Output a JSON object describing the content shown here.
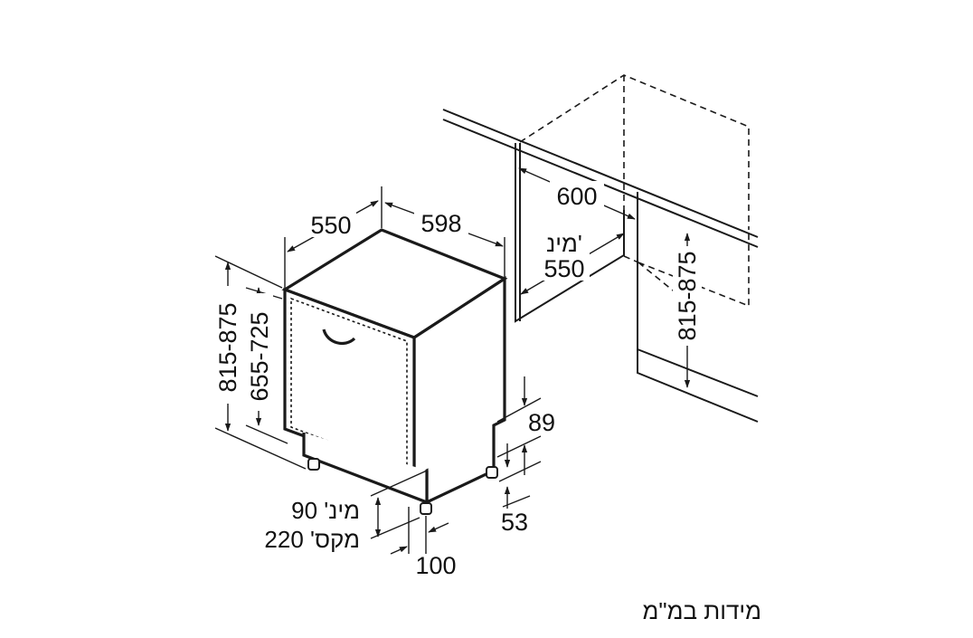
{
  "labels": {
    "width_598": "598",
    "depth_550": "550",
    "cab_width_600": "600",
    "cab_min_label": "מינ'",
    "cab_depth_550": "550",
    "niche_height": "815-875",
    "unit_height": "815-875",
    "door_height": "655-725",
    "plinth_89": "89",
    "plinth_53": "53",
    "foot_min": "מינ' 90",
    "foot_max": "מקס' 220",
    "foot_100": "100",
    "units_note": "מידות במ\"מ"
  }
}
